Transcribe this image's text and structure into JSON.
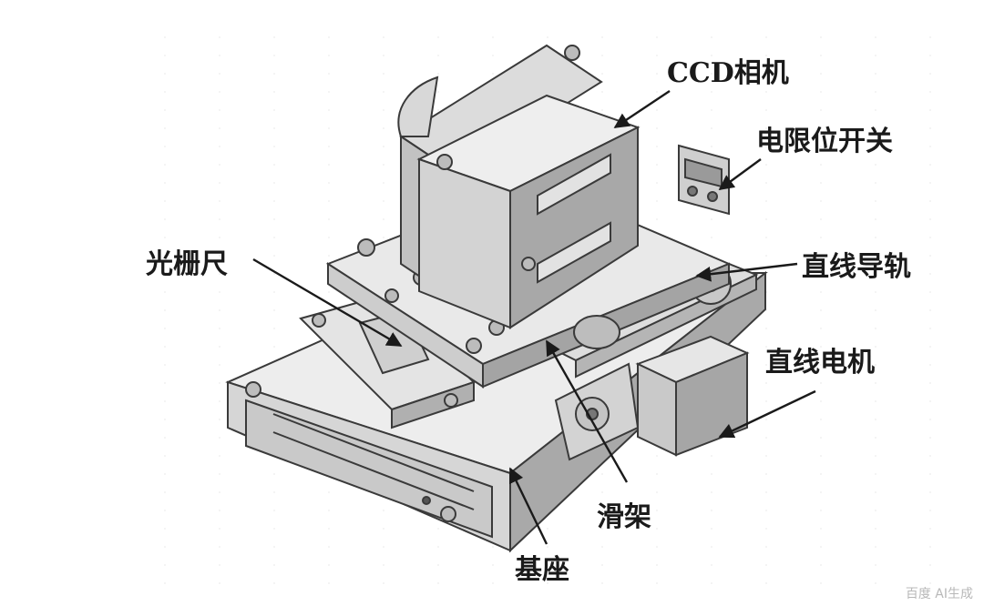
{
  "labels": {
    "ccd_camera": "CCD相机",
    "limit_switch": "电限位开关",
    "grating_ruler": "光栅尺",
    "linear_guide": "直线导轨",
    "linear_motor": "直线电机",
    "slide_carriage": "滑架",
    "base": "基座"
  },
  "watermark": "百度 AI生成",
  "colors": {
    "outline": "#3a3a3a",
    "face_light": "#ededed",
    "face_mid": "#d6d6d6",
    "face_dark": "#a9a9a9",
    "text": "#1a1a1a"
  }
}
